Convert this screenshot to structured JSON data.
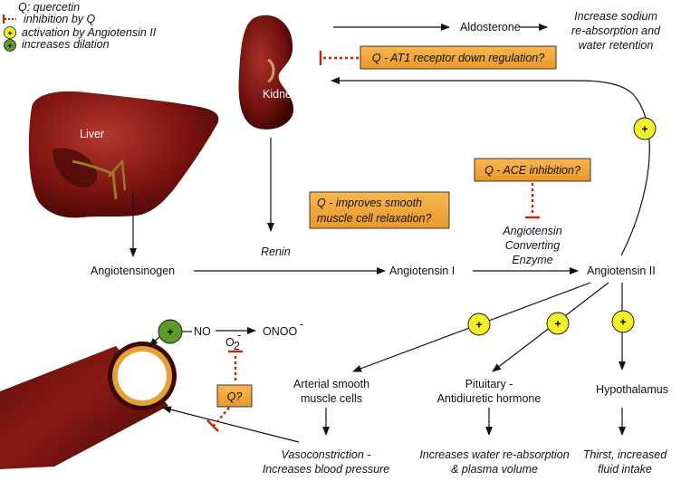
{
  "legend": {
    "quercetin": "Q; quercetin",
    "inhibition": "inhibition by Q",
    "activation": "activation by Angiotensin II",
    "dilation": "increases dilation"
  },
  "plus_sign": "+",
  "organs": {
    "liver": "Liver",
    "kidney": "Kidney"
  },
  "nodes": {
    "aldosterone": "Aldosterone",
    "increase_sodium": [
      "Increase sodium",
      "re-absorption and",
      "water retention"
    ],
    "renin": "Renin",
    "angiotensinogen": "Angiotensinogen",
    "angiotensin_i": "Angiotensin I",
    "angiotensin_ii": "Angiotensin II",
    "ace": [
      "Angiotensin",
      "Converting",
      "Enzyme"
    ],
    "arterial": [
      "Arterial smooth",
      "muscle cells"
    ],
    "pituitary": [
      "Pituitary -",
      "Antidiuretic hormone"
    ],
    "hypothalamus": "Hypothalamus",
    "vasoconstriction": [
      "Vasoconstriction -",
      "Increases blood pressure"
    ],
    "water_reabsorption": [
      "Increases water re-absorption",
      "& plasma volume"
    ],
    "thirst": [
      "Thirst, increased",
      "fluid intake"
    ],
    "no": "NO",
    "onoo": "ONOO",
    "onoo_sup": "-",
    "o2": "O",
    "o2_sub": "2",
    "o2_sup": "-"
  },
  "q_boxes": {
    "at1": "Q - AT1 receptor down regulation?",
    "ace": "Q - ACE inhibition?",
    "smooth": [
      "Q - improves smooth",
      "muscle cell relaxation?"
    ],
    "q": "Q?"
  },
  "colors": {
    "orange_box": "#f2a63a",
    "yellow_circle": "#f4ef2a",
    "green_circle": "#5c9a2a",
    "inhibit_red": "#cc2200",
    "organ_red": "#7e1410",
    "vessel_gold": "#e3a233"
  }
}
